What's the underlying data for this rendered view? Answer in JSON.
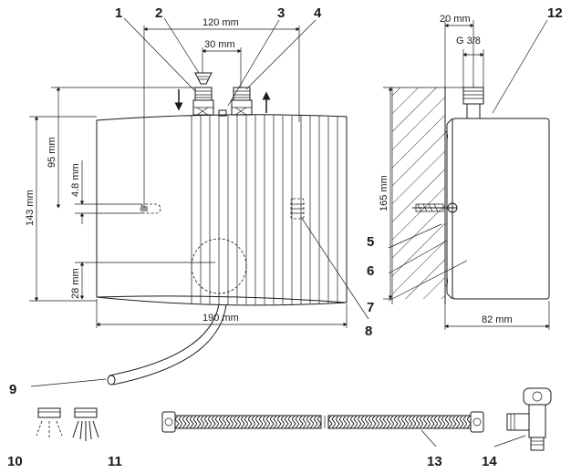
{
  "callouts": [
    "1",
    "2",
    "3",
    "4",
    "5",
    "6",
    "7",
    "8",
    "9",
    "10",
    "11",
    "12",
    "13",
    "14"
  ],
  "dimensions": {
    "width_top": "120 mm",
    "inlet_spacing": "30 mm",
    "wall_offset": "20 mm",
    "thread": "G 3/8",
    "height_pipe": "95 mm",
    "height_total": "143 mm",
    "height_small": "4.8 mm",
    "height_bottom": "28 mm",
    "width_body": "190 mm",
    "side_height": "165 mm",
    "depth": "82 mm"
  }
}
